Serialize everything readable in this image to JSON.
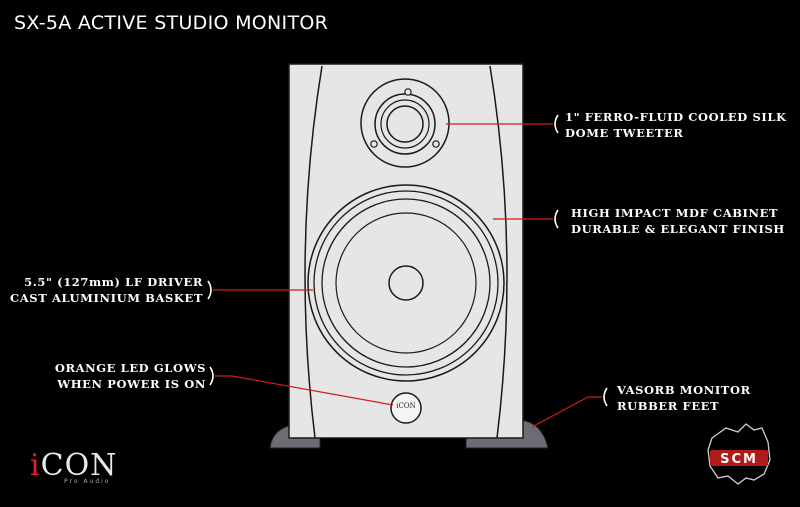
{
  "title": "SX-5A ACTIVE STUDIO MONITOR",
  "callouts": {
    "tweeter": {
      "line1": "1\" FERRO-FLUID COOLED SILK",
      "line2": "DOME TWEETER"
    },
    "cabinet": {
      "line1": "HIGH IMPACT MDF CABINET",
      "line2": "DURABLE & ELEGANT FINISH"
    },
    "driver": {
      "line1": "5.5\" (127mm) LF DRIVER",
      "line2": "CAST  ALUMINIUM BASKET"
    },
    "led": {
      "line1": "ORANGE LED GLOWS",
      "line2": "WHEN POWER IS ON"
    },
    "feet": {
      "line1": "VASORB MONITOR",
      "line2": "RUBBER FEET"
    }
  },
  "speaker_badge": "iCON",
  "brand_logo": {
    "i": "i",
    "rest": "CON",
    "sub": "Pro Audio"
  },
  "scm_logo": "SCM",
  "colors": {
    "cabinet": "#e6e6e6",
    "outline": "#1a1a1a",
    "callout_line": "#d11a1a",
    "feet": "#6c6c74",
    "logo_red": "#e0202a"
  }
}
